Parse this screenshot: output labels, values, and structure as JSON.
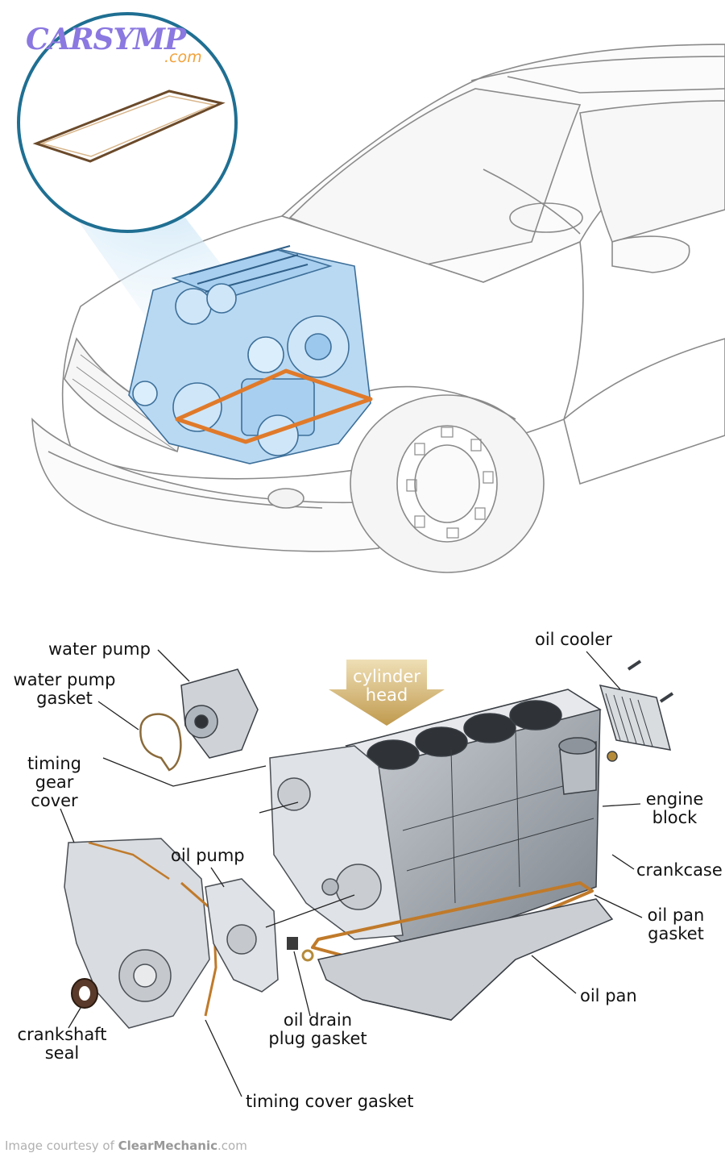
{
  "logo": {
    "main": "CARSYMP",
    "sub": ".com"
  },
  "arrow_label": {
    "line1": "cylinder",
    "line2": "head"
  },
  "labels": {
    "water_pump": "water pump",
    "water_pump_gasket_1": "water pump",
    "water_pump_gasket_2": "gasket",
    "timing_gear_cover_1": "timing",
    "timing_gear_cover_2": "gear",
    "timing_gear_cover_3": "cover",
    "oil_pump": "oil pump",
    "crankshaft_seal_1": "crankshaft",
    "crankshaft_seal_2": "seal",
    "oil_drain_plug_gasket_1": "oil drain",
    "oil_drain_plug_gasket_2": "plug gasket",
    "timing_cover_gasket": "timing cover gasket",
    "oil_cooler": "oil cooler",
    "engine_block_1": "engine",
    "engine_block_2": "block",
    "crankcase": "crankcase",
    "oil_pan_gasket_1": "oil pan",
    "oil_pan_gasket_2": "gasket",
    "oil_pan": "oil pan"
  },
  "credit": {
    "prefix": "Image courtesy of ",
    "brand": "ClearMechanic",
    "suffix": ".com"
  },
  "colors": {
    "gasket": "#e07a2a",
    "engine_blue": "#9cc8ee",
    "callout_ring": "#1f6f92",
    "arrow": "#c9a55c"
  }
}
